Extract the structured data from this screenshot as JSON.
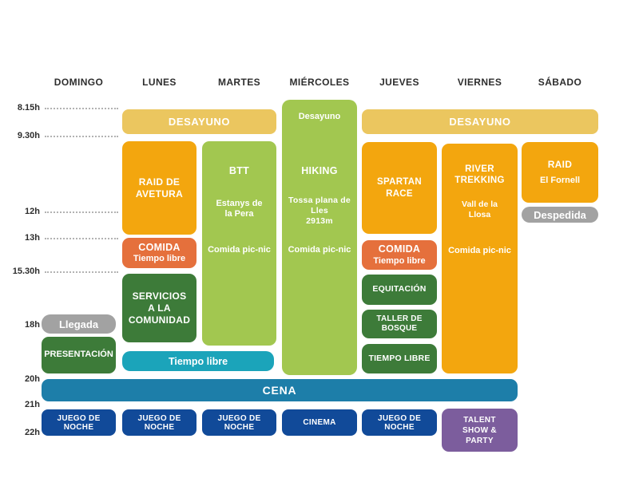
{
  "days": [
    {
      "label": "DOMINGO"
    },
    {
      "label": "LUNES"
    },
    {
      "label": "MARTES"
    },
    {
      "label": "MIÉRCOLES"
    },
    {
      "label": "JUEVES"
    },
    {
      "label": "VIERNES"
    },
    {
      "label": "SÁBADO"
    }
  ],
  "times": [
    {
      "label": "8.15h"
    },
    {
      "label": "9.30h"
    },
    {
      "label": "12h"
    },
    {
      "label": "13h"
    },
    {
      "label": "15.30h"
    },
    {
      "label": "18h"
    },
    {
      "label": "20h"
    },
    {
      "label": "21h"
    },
    {
      "label": "22h"
    }
  ],
  "schedule": {
    "breakfast_mon_tue": "DESAYUNO",
    "breakfast_thu_sat": "DESAYUNO",
    "sunday": {
      "arrival": "Llegada",
      "presentation": "PRESENTACIÓN",
      "night": "JUEGO DE NOCHE"
    },
    "monday": {
      "activity": "RAID DE\nAVETURA",
      "lunch": "COMIDA",
      "lunch_sub": "Tiempo libre",
      "afternoon": "SERVICIOS\nA LA\nCOMUNIDAD",
      "night": "JUEGO DE NOCHE"
    },
    "mon_tue_evening": "Tiempo libre",
    "tuesday": {
      "activity": "BTT",
      "location": "Estanys de\nla Pera",
      "meal": "Comida pic-nic",
      "night": "JUEGO DE NOCHE"
    },
    "wednesday": {
      "breakfast": "Desayuno",
      "activity": "HIKING",
      "location": "Tossa plana de\nLles\n2913m",
      "meal": "Comida pic-nic",
      "night": "CINEMA"
    },
    "thursday": {
      "activity": "SPARTAN\nRACE",
      "lunch": "COMIDA",
      "lunch_sub": "Tiempo libre",
      "slot1": "EQUITACIÓN",
      "slot2": "TALLER DE BOSQUE",
      "slot3": "TIEMPO LIBRE",
      "night": "JUEGO DE NOCHE"
    },
    "friday": {
      "activity": "RIVER\nTREKKING",
      "location": "Vall de la\nLlosa",
      "meal": "Comida pic-nic",
      "night": "TALENT\nSHOW &\nPARTY"
    },
    "saturday": {
      "activity": "RAID",
      "location": "El Fornell",
      "farewell": "Despedida"
    },
    "dinner": "CENA"
  },
  "colors": {
    "breakfast_gold": "#ebc65f",
    "activity_orange": "#f3a60e",
    "lunch_red_orange": "#e5703c",
    "outdoor_light_green": "#a2c750",
    "workshop_dark_green": "#3d7b39",
    "free_time_teal": "#1ba4ba",
    "dinner_blue": "#1d7ea9",
    "night_dark_blue": "#114a99",
    "party_purple": "#7c5d9d",
    "neutral_gray": "#a2a2a2"
  }
}
